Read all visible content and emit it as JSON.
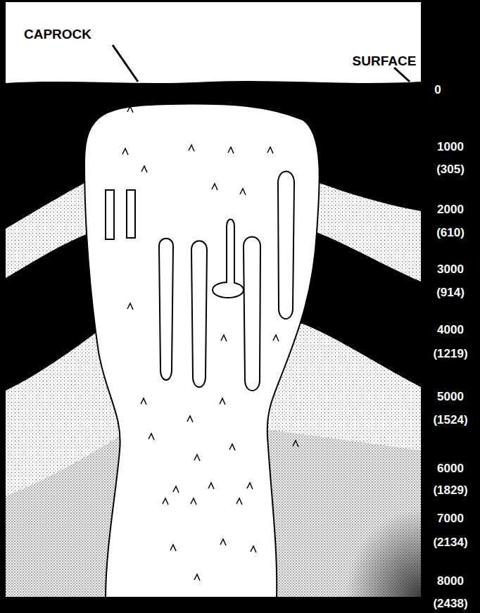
{
  "diagram": {
    "labels": [
      "CAPROCK",
      "SURFACE",
      "0",
      "1000",
      "(305)",
      "2000",
      "(610)",
      "3000",
      "(914)",
      "4000",
      "(1219)",
      "5000",
      "(1524)",
      "6000",
      "(1829)",
      "7000",
      "(2134)",
      "8000",
      "(2438)"
    ]
  }
}
